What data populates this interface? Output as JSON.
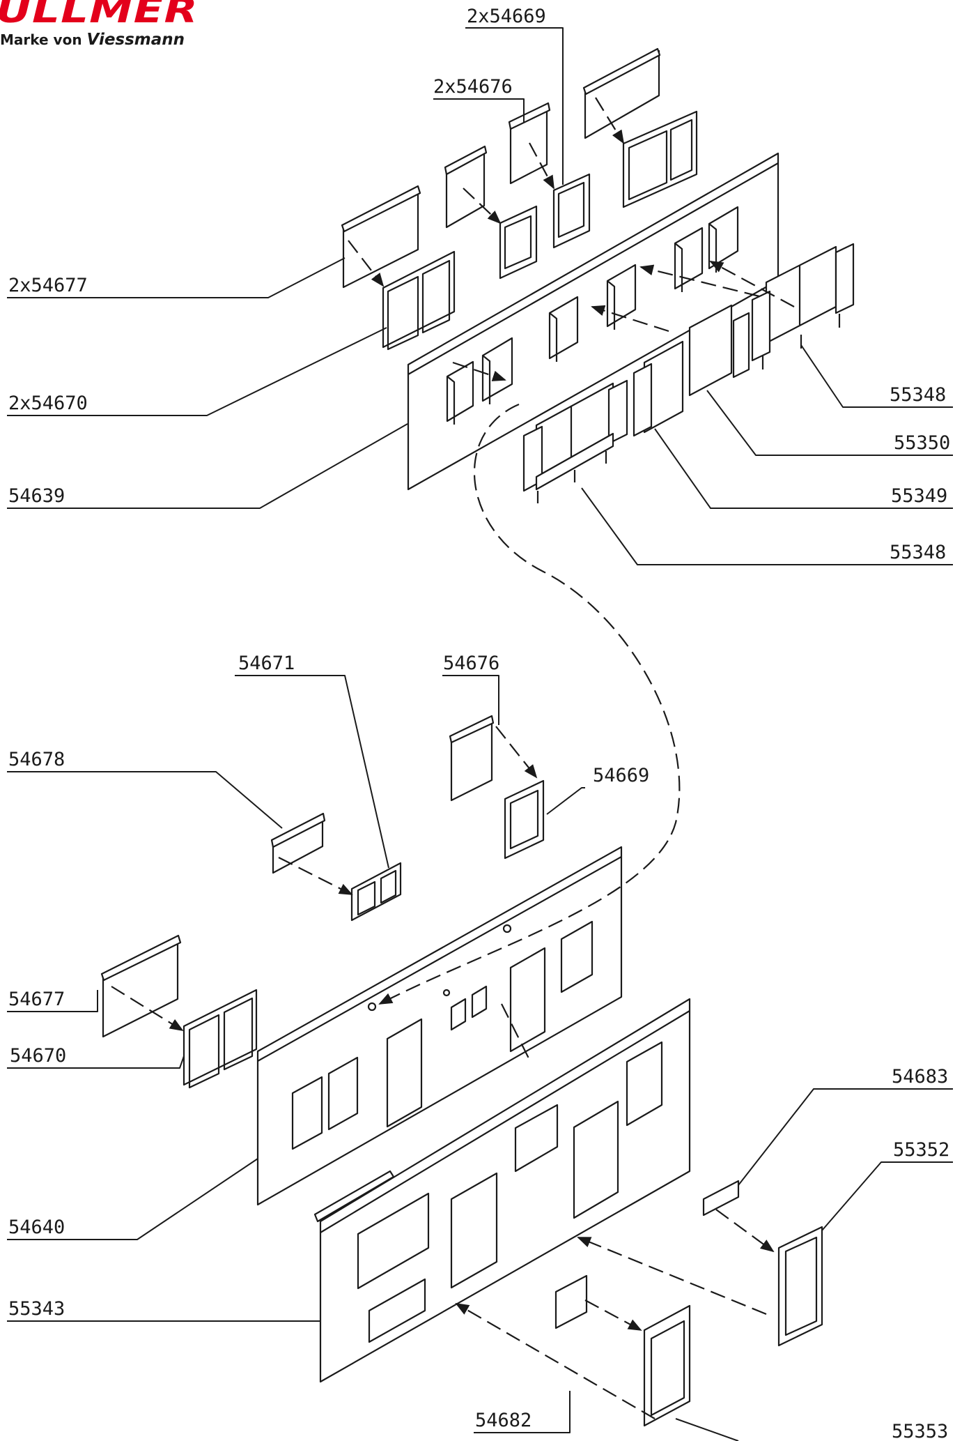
{
  "brand": {
    "logo": "ÜLLMER",
    "tagline_prefix": "Marke von",
    "tagline_brand": "Viessmann"
  },
  "labels": {
    "l_2x54669": "2x54669",
    "l_2x54676": "2x54676",
    "l_2x54677": "2x54677",
    "l_2x54670": "2x54670",
    "l_54639": "54639",
    "l_55348a": "55348",
    "l_55350": "55350",
    "l_55349": "55349",
    "l_55348b": "55348",
    "l_54671": "54671",
    "l_54676": "54676",
    "l_54678": "54678",
    "l_54669": "54669",
    "l_54677": "54677",
    "l_54670": "54670",
    "l_54640": "54640",
    "l_55343": "55343",
    "l_54683": "54683",
    "l_55352": "55352",
    "l_54682": "54682",
    "l_55353": "55353"
  }
}
